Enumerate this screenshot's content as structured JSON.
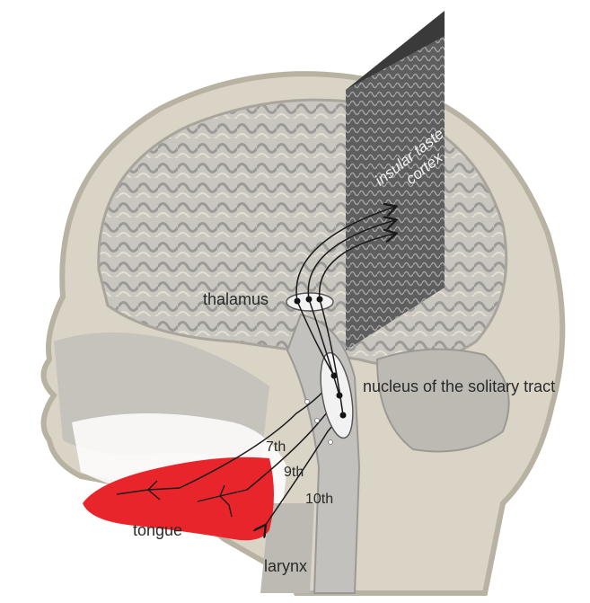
{
  "labels": {
    "insular_taste_cortex_line1": "insular taste",
    "insular_taste_cortex_line2": "cortex",
    "thalamus": "thalamus",
    "nucleus": "nucleus of the solitary tract",
    "nerve_7": "7th",
    "nerve_9": "9th",
    "nerve_10": "10th",
    "tongue": "tongue",
    "larynx": "larynx"
  },
  "colors": {
    "tongue": "#e8252a",
    "brain_tissue": "#b8b8b6",
    "brain_background": "#d8d4cc",
    "pathway": "#1a1a1a",
    "cortex_slice": "#5a5a5a"
  }
}
